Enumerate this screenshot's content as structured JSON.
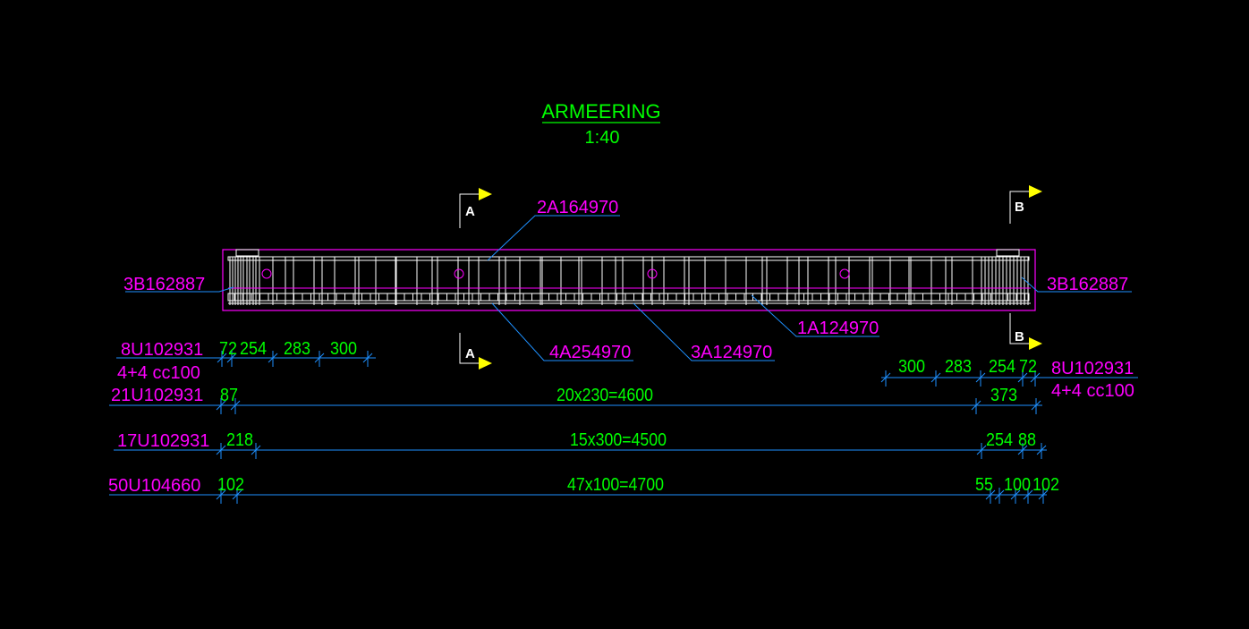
{
  "drawing": {
    "title": "ARMEERING",
    "scale": "1:40",
    "colors": {
      "background": "#000000",
      "green": "#00ff00",
      "magenta": "#ff00ff",
      "dimension_line": "#1e90ff",
      "white": "#ffffff",
      "yellow": "#ffff00"
    },
    "section_markers": {
      "a_top": "A",
      "a_bottom": "A",
      "b_top": "B",
      "b_bottom": "B"
    },
    "bar_labels": {
      "top": "2A164970",
      "left": "3B162887",
      "right": "3B162887",
      "bottom_left": "4A254970",
      "bottom_mid": "3A124970",
      "bottom_right": "1A124970"
    },
    "row1": {
      "label_left": "8U102931",
      "sub_left": "4+4 cc100",
      "label_right": "8U102931",
      "sub_right": "4+4 cc100",
      "dims_left": [
        "72",
        "254",
        "283",
        "300"
      ],
      "dims_right": [
        "300",
        "283",
        "254",
        "72"
      ]
    },
    "row2": {
      "label": "21U102931",
      "dims": [
        "87",
        "20x230=4600",
        "373"
      ]
    },
    "row3": {
      "label": "17U102931",
      "dims": [
        "218",
        "15x300=4500",
        "254",
        "88"
      ]
    },
    "row4": {
      "label": "50U104660",
      "dims": [
        "102",
        "47x100=4700",
        "55",
        "100",
        "102"
      ]
    }
  }
}
